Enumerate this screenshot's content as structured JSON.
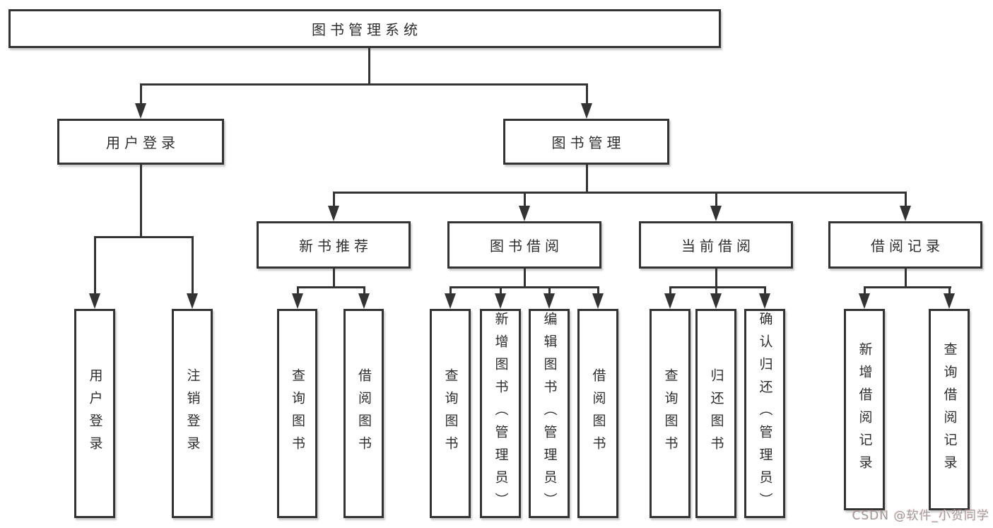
{
  "diagram_title": "图书管理系统",
  "nodes": {
    "root": {
      "label": "图书管理系统"
    },
    "user_login": {
      "label": "用户登录"
    },
    "book_mgmt": {
      "label": "图书管理"
    },
    "new_book": {
      "label": "新书推荐"
    },
    "book_borrow": {
      "label": "图书借阅"
    },
    "cur_borrow": {
      "label": "当前借阅"
    },
    "borrow_rec": {
      "label": "借阅记录"
    },
    "leaf_user_login": {
      "label": "用户登录"
    },
    "leaf_logout": {
      "label": "注销登录"
    },
    "leaf_nb_query": {
      "label": "查询图书"
    },
    "leaf_nb_borrow": {
      "label": "借阅图书"
    },
    "leaf_bb_query": {
      "label": "查询图书"
    },
    "leaf_bb_add": {
      "label": "新增图书（管理员）"
    },
    "leaf_bb_edit": {
      "label": "编辑图书（管理员）"
    },
    "leaf_bb_borrow": {
      "label": "借阅图书"
    },
    "leaf_cb_query": {
      "label": "查询图书"
    },
    "leaf_cb_return": {
      "label": "归还图书"
    },
    "leaf_cb_confirm": {
      "label": "确认归还（管理员）"
    },
    "leaf_br_add": {
      "label": "新增借阅记录"
    },
    "leaf_br_query": {
      "label": "查询借阅记录"
    }
  },
  "hierarchy": {
    "图书管理系统": {
      "用户登录": [
        "用户登录",
        "注销登录"
      ],
      "图书管理": {
        "新书推荐": [
          "查询图书",
          "借阅图书"
        ],
        "图书借阅": [
          "查询图书",
          "新增图书（管理员）",
          "编辑图书（管理员）",
          "借阅图书"
        ],
        "当前借阅": [
          "查询图书",
          "归还图书",
          "确认归还（管理员）"
        ],
        "借阅记录": [
          "新增借阅记录",
          "查询借阅记录"
        ]
      }
    }
  },
  "watermark": "CSDN @软件_小贺同学",
  "colors": {
    "line": "#333333",
    "text": "#2e2e2e",
    "background": "#ffffff",
    "watermark": "#9c9c9c"
  }
}
